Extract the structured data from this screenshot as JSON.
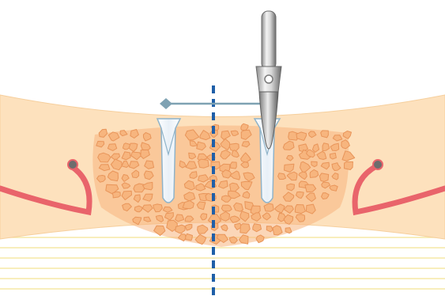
{
  "diagram": {
    "colors": {
      "background": "#ffffff",
      "bone_fill": "#fde1bd",
      "bone_edge": "#f6cf9d",
      "graft_fill": "#f7b57e",
      "graft_stroke": "#e8955a",
      "nerve": "#e9646b",
      "nerve_end": "#6d6d6d",
      "osteotomy_stroke": "#8fb3c9",
      "osteotomy_fill": "#f3f7fb",
      "axis_line": "#1f5fa8",
      "measure_arrow": "#7fa2b3",
      "instrument_light": "#f4f4f4",
      "instrument_mid": "#b9b9b9",
      "instrument_dark": "#6a6a6a",
      "soft_tissue_lines": "#f6e8a6"
    },
    "elements": [
      "bone-block",
      "bone-graft-particles",
      "nerve-left",
      "nerve-right",
      "osteotomy-left",
      "osteotomy-right",
      "midline-axis",
      "measurement-arrow",
      "surgical-instrument",
      "soft-tissue-lines"
    ]
  }
}
